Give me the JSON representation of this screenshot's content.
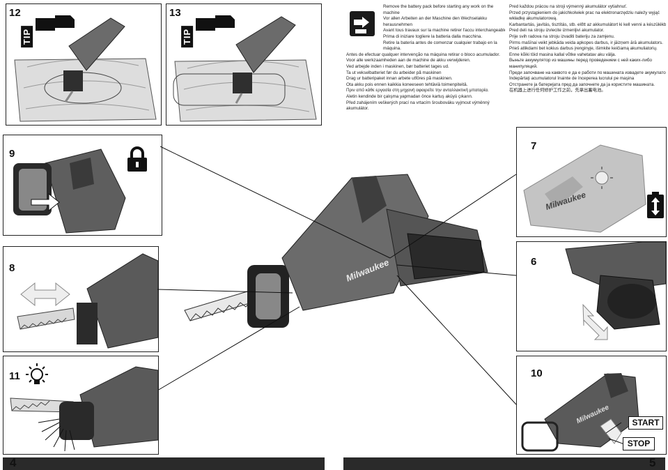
{
  "panels": {
    "p12": {
      "num": "12",
      "tip": "TIP"
    },
    "p13": {
      "num": "13",
      "tip": "TIP"
    },
    "p9": {
      "num": "9"
    },
    "p7": {
      "num": "7"
    },
    "p8": {
      "num": "8"
    },
    "p6": {
      "num": "6"
    },
    "p11": {
      "num": "11"
    },
    "p10": {
      "num": "10",
      "start_label": "START",
      "stop_label": "STOP"
    }
  },
  "brand": "Milwaukee",
  "warnings_left": [
    "Remove the battery pack before starting any work on the",
    "machine",
    "Vor allen Arbeiten an der Maschine den Wechselakku",
    "herausnehmen",
    "Avant tous travaux sur la machine retirer l'accu interchangeable.",
    "Prima di iniziare togliere la batteria dalla macchina.",
    "Retire la batería antes de comenzar cualquier trabajo en la",
    "máquina.",
    "Antes de efectuar qualquer intervenção na máquina retirar o bloco acumulador.",
    "Voor alle werkzaamheden aan de machine de akku verwijderen.",
    "Ved arbejde inden i maskinen, bør batteriet tages ud.",
    "Ta ut vekselbatteriet før du arbeider på maskinen",
    "Drag ur batteripaket innan arbete utföres på maskinen.",
    "Ota akku pois ennen kaikkia koneeseen tehtäviä toimenpiteitä.",
    "Πριν από κάθε εργασία στη μηχανή αφαιρείτε την ανταλλακτική μπαταρία.",
    "Aletin kendinde bir çalışma yapmadan önce kartuş aküyü çıkarın.",
    "Před zahájením veškerých prací na vrtacím šroubováku vyjmout výměnný",
    "akumulátor."
  ],
  "warnings_right": [
    "Pred každou prácou na stroji výmenný akumulátor vytiahnuť.",
    "Przed przystąpieniem do jakichkolwiek prac na elektronarzędziu należy wyjąć",
    "wkładkę akumulatorową.",
    "Karbantartás, javítás, tisztítás, stb. előtt az akkumulátort ki kell venni a készülékből.",
    "Pred deli na stroju izvlecite izmenljivi akumulator.",
    "Prije svih radova na stroju izvaditi bateriju za zamjenu.",
    "Pirms mašīnai veikt jebkāda veida apkopes darbus, ir jāizņem ārā akumulators.",
    "Prieš atlikdami bet kokius darbus įrenginyje, išimkite keičiamą akumuliatorių.",
    "Enne kõiki töid masina kallal võtke vahetatav aku välja.",
    "Выньте аккумулятор из машины перед проведением с ней каких-либо",
    "манипуляций.",
    "Преди започване на каквото е да е работи по машината извадете акумулатора.",
    "Îndepărtaţi acumulatorul înainte de începerea lucrului pe maşina",
    "Отстранете ја батеријата пред да започнете да ја користите машината.",
    "在机器上进行任何修护工作之前，先拿出蓄电池。"
  ],
  "footer": {
    "left_page": "4",
    "right_page": "5"
  },
  "colors": {
    "tool_body": "#6b6b6b",
    "tool_dark": "#2f2f2f",
    "footer": "#2a2a2a"
  }
}
